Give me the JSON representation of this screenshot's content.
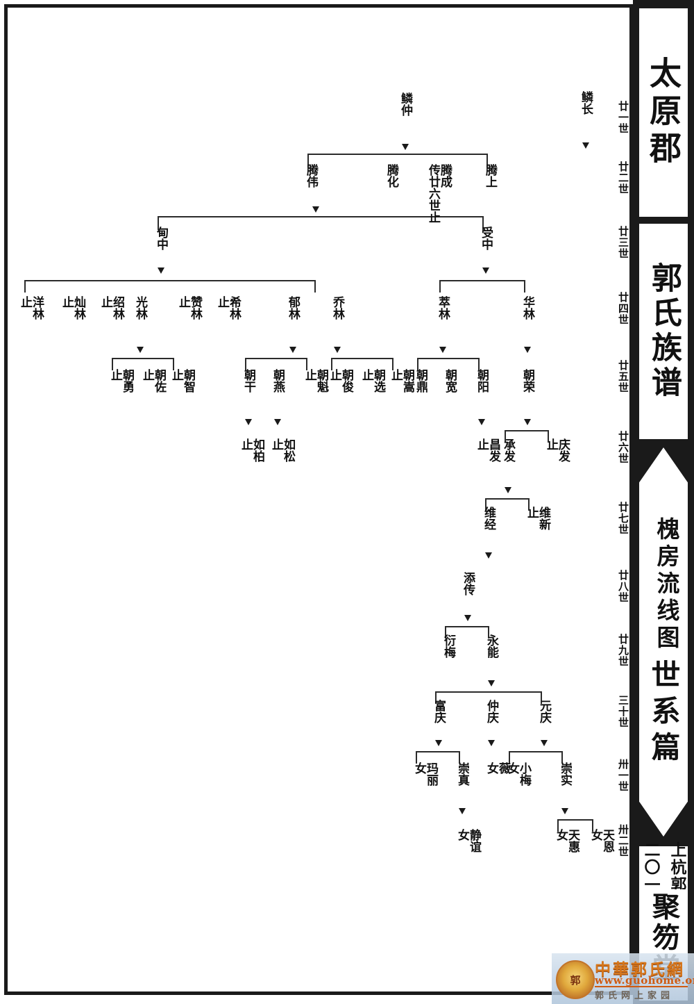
{
  "banner": {
    "title_top": "太原郡",
    "title_second": "郭氏族谱",
    "arrow_main": "世系篇",
    "arrow_sub": "槐房流线图",
    "sign_right": "上杭郭氏东塘公谱",
    "sign_left": "二〇一四年春吉日",
    "seal": "聚笏堂"
  },
  "generations": [
    {
      "label": "廿一世"
    },
    {
      "label": "廿二世"
    },
    {
      "label": "廿三世"
    },
    {
      "label": "廿四世"
    },
    {
      "label": "廿五世"
    },
    {
      "label": "廿六世"
    },
    {
      "label": "廿七世"
    },
    {
      "label": "廿八世"
    },
    {
      "label": "廿九世"
    },
    {
      "label": "三十世"
    },
    {
      "label": "卅一世"
    },
    {
      "label": "卅二世"
    }
  ],
  "nodes": {
    "g21_linzhang": {
      "name": "鳞长"
    },
    "g22_linzhong": {
      "name": "鳞仲"
    },
    "g23_tengshang": {
      "name": "腾上"
    },
    "g23_tengcheng": {
      "name": "腾成",
      "note": "传廿六世止"
    },
    "g23_tenghua": {
      "name": "腾化"
    },
    "g23_tengwei": {
      "name": "腾伟"
    },
    "g24_dianzhong": {
      "name": "甸中"
    },
    "g24_shouzhong": {
      "name": "受中"
    },
    "g25_yanglin": {
      "name": "洋林",
      "stop": "止"
    },
    "g25_canlin": {
      "name": "灿林",
      "stop": "止"
    },
    "g25_shaolin": {
      "name": "绍林",
      "stop": "止"
    },
    "g25_guanglin": {
      "name": "光林"
    },
    "g25_zanlin": {
      "name": "赞林",
      "stop": "止"
    },
    "g25_xilin": {
      "name": "希林",
      "stop": "止"
    },
    "g25_yulin": {
      "name": "郁林"
    },
    "g25_qiaolin": {
      "name": "乔林"
    },
    "g25_cuilin": {
      "name": "萃林"
    },
    "g25_hualin": {
      "name": "华林"
    },
    "g26_chaozhi": {
      "name": "朝智",
      "stop": "止"
    },
    "g26_chaozuo": {
      "name": "朝佐",
      "stop": "止"
    },
    "g26_chaoyong": {
      "name": "朝勇",
      "stop": "止"
    },
    "g26_chaogan": {
      "name": "朝干"
    },
    "g26_chaoyan": {
      "name": "朝燕"
    },
    "g26_chaokui": {
      "name": "朝魁",
      "stop": "止"
    },
    "g26_chaojun": {
      "name": "朝俊",
      "stop": "止"
    },
    "g26_chaoxuan": {
      "name": "朝选",
      "stop": "止"
    },
    "g26_chaosong": {
      "name": "朝嵩",
      "stop": "止"
    },
    "g26_chaoding": {
      "name": "朝鼎"
    },
    "g26_chaokuan": {
      "name": "朝宽"
    },
    "g26_chaoyang": {
      "name": "朝阳"
    },
    "g26_chaorong": {
      "name": "朝荣"
    },
    "g27_rubai": {
      "name": "如柏",
      "stop": "止"
    },
    "g27_rusong": {
      "name": "如松",
      "stop": "止"
    },
    "g27_changfa": {
      "name": "昌发",
      "stop": "止"
    },
    "g27_chengfa": {
      "name": "承发"
    },
    "g27_qingfa": {
      "name": "庆发",
      "stop": "止"
    },
    "g28_weijing": {
      "name": "维经"
    },
    "g28_weixin": {
      "name": "维新",
      "stop": "止"
    },
    "g29_tianchuan": {
      "name": "添传"
    },
    "g30_yanmei": {
      "name": "衍梅"
    },
    "g30_yongneng": {
      "name": "永能"
    },
    "g31_fuqing": {
      "name": "富庆"
    },
    "g31_zhongqing": {
      "name": "仲庆"
    },
    "g31_yuanqing": {
      "name": "元庆"
    },
    "g32_mali": {
      "name": "玛丽",
      "fem": "女"
    },
    "g32_chongzhen": {
      "name": "崇真"
    },
    "g32_wei": {
      "name": "薇",
      "fem": "女"
    },
    "g32_xiaomei": {
      "name": "小梅",
      "fem": "女"
    },
    "g32_chongshi": {
      "name": "崇实"
    },
    "g33_jingyi": {
      "name": "静谊",
      "fem": "女"
    },
    "g33_tianhui": {
      "name": "天惠",
      "fem": "女"
    },
    "g33_tianen": {
      "name": "天恩",
      "fem": "女"
    }
  },
  "watermark": {
    "seal_char": "郭",
    "main": "中華郭氏網",
    "url": "www.guohome.org",
    "sub": "郭氏网上家园"
  }
}
